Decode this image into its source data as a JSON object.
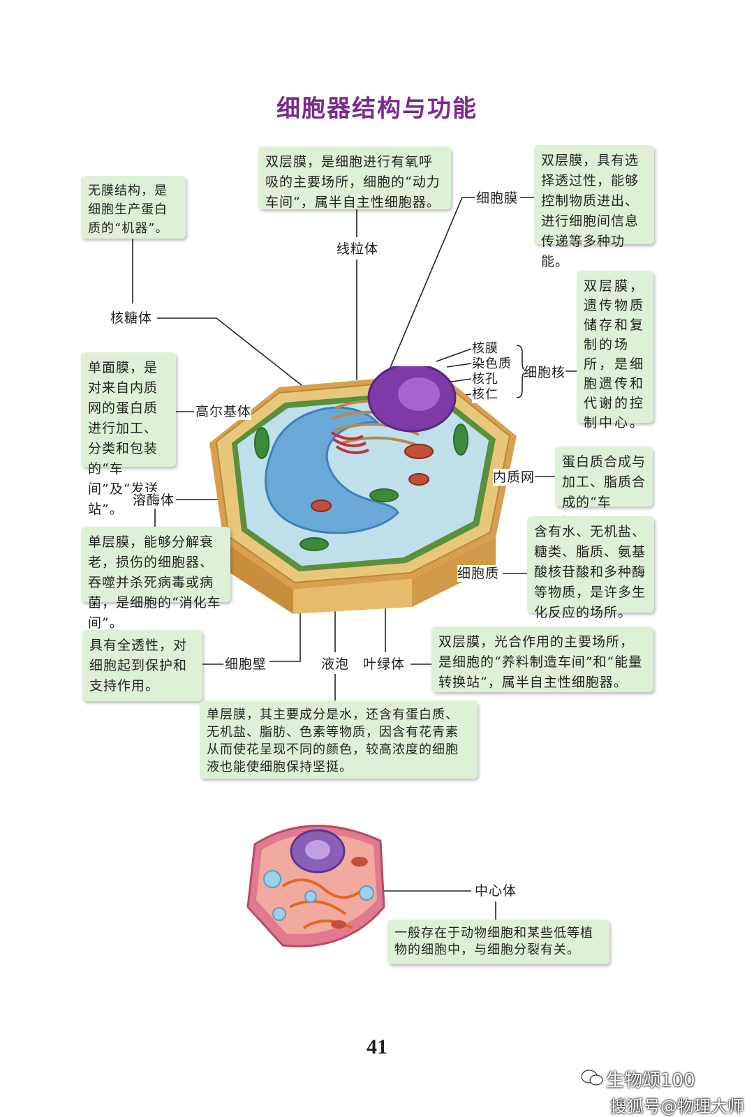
{
  "title": "细胞器结构与功能",
  "labels": {
    "ribosome": "核糖体",
    "mitochondrion": "线粒体",
    "cell_membrane": "细胞膜",
    "nuclear_envelope": "核膜",
    "chromatin": "染色质",
    "nuclear_pore": "核孔",
    "nucleolus": "核仁",
    "nucleus": "细胞核",
    "golgi": "高尔基体",
    "er": "内质网",
    "lysosome": "溶酶体",
    "cytoplasm": "细胞质",
    "cell_wall": "细胞壁",
    "vacuole": "液泡",
    "chloroplast": "叶绿体",
    "centrosome": "中心体"
  },
  "descriptions": {
    "ribosome": "无膜结构，是细胞生产蛋白质的“机器”。",
    "mitochondrion": "双层膜，是细胞进行有氧呼吸的主要场所，细胞的“动力车间”，属半自主性细胞器。",
    "cell_membrane": "双层膜，具有选择透过性，能够控制物质进出、进行细胞间信息传递等多种功能。",
    "nucleus": "双层膜，遗传物质储存和复制的场所，是细胞遗传和代谢的控制中心。",
    "golgi": "单面膜，是对来自内质网的蛋白质进行加工、分类和包装的“车间”及“发送站”。",
    "er": "蛋白质合成与加工、脂质合成的“车间”。",
    "lysosome": "单层膜，能够分解衰老，损伤的细胞器、吞噬并杀死病毒或病菌，是细胞的“消化车间”。",
    "cytoplasm": "含有水、无机盐、糖类、脂质、氨基酸核苷酸和多种酶等物质，是许多生化反应的场所。",
    "cell_wall": "具有全透性，对细胞起到保护和支持作用。",
    "chloroplast": "双层膜，光合作用的主要场所，是细胞的“养料制造车间”和“能量转换站”，属半自主性细胞器。",
    "vacuole": "单层膜，其主要成分是水，还含有蛋白质、无机盐、脂肪、色素等物质，因含有花青素从而使花呈现不同的颜色，较高浓度的细胞液也能使细胞保持坚挺。",
    "centrosome": "一般存在于动物细胞和某些低等植物的细胞中，与细胞分裂有关。"
  },
  "page_number": "41",
  "watermark": {
    "line1": "生物颂100",
    "line2": "搜狐号@物理大师"
  },
  "colors": {
    "title": "#7a2a8c",
    "box_bg": "#dff0d8",
    "cell_wall": "#e2b866",
    "vacuole": "#7fb8e0",
    "nucleus": "#8a3fb0",
    "animal_cell": "#e07a90"
  }
}
